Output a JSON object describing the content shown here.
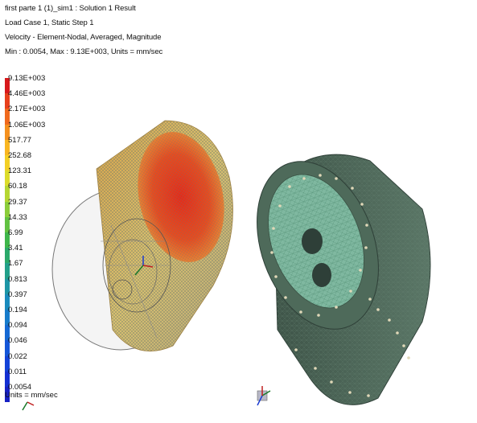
{
  "header": {
    "line1": "first parte 1 (1)_sim1 : Solution 1 Result",
    "line2": "Load Case 1, Static Step 1",
    "line3": "Velocity - Element-Nodal, Averaged, Magnitude",
    "line4": "Min : 0.0054, Max : 9.13E+003, Units = mm/sec"
  },
  "legend": {
    "labels": [
      "9.13E+003",
      "4.46E+003",
      "2.17E+003",
      "1.06E+003",
      "517.77",
      "252.68",
      "123.31",
      "60.18",
      "29.37",
      "14.33",
      "6.99",
      "3.41",
      "1.67",
      "0.813",
      "0.397",
      "0.194",
      "0.094",
      "0.046",
      "0.022",
      "0.011",
      "0.0054"
    ],
    "colors": [
      "#d7191c",
      "#e8401c",
      "#f06a1e",
      "#f5911f",
      "#f9b621",
      "#f3cf25",
      "#dcdc2b",
      "#b5d632",
      "#8ccd3a",
      "#62c242",
      "#3fb64b",
      "#2aa96a",
      "#22a08a",
      "#1d96a6",
      "#198bbd",
      "#177ccb",
      "#1569d4",
      "#1456d8",
      "#1342d8",
      "#132fd2",
      "#1620c4"
    ],
    "units": "Units = mm/sec"
  },
  "colors": {
    "mesh_green": "#4a6a5a",
    "mesh_dark": "#2e3f38",
    "hot": "#e0301a",
    "warm": "#e8a030",
    "mid": "#c8b860"
  }
}
